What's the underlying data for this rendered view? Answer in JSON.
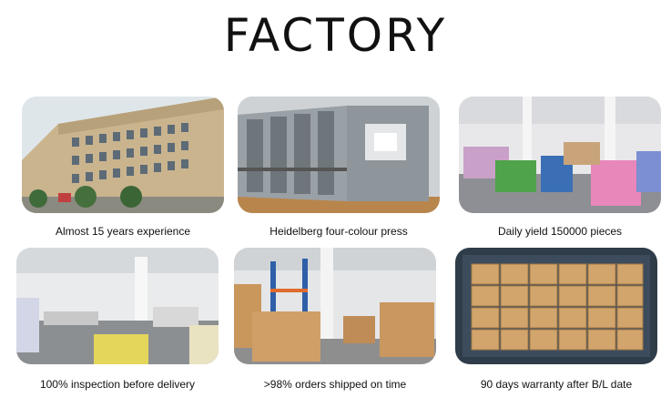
{
  "header": {
    "title": "FACTORY"
  },
  "tiles": [
    {
      "caption": "Almost 15 years experience",
      "image": "factory-building-photo"
    },
    {
      "caption": "Heidelberg four-colour press",
      "image": "printing-press-photo"
    },
    {
      "caption": "Daily yield 150000  pieces",
      "image": "production-floor-photo"
    },
    {
      "caption": "100% inspection before delivery",
      "image": "inspection-area-photo"
    },
    {
      "caption": ">98% orders shipped on time",
      "image": "warehouse-boxes-photo"
    },
    {
      "caption": "90 days warranty after B/L date",
      "image": "shipping-container-photo"
    }
  ]
}
